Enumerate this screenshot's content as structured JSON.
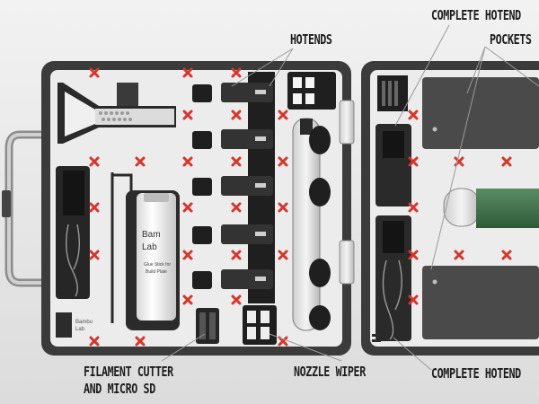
{
  "labels": {
    "hotends": "HOTENDS",
    "complete_hotend_top": "COMPLETE HOTEND",
    "pockets": "POCKETS",
    "cutter_line1": "FILAMENT CUTTER",
    "cutter_line2": "AND MICRO SD",
    "nozzle_wiper": "NOZZLE WIPER",
    "complete_hotend_bottom": "COMPLETE HOTEND"
  },
  "case_text": {
    "bottle_line1": "Bam",
    "bottle_line2": "Lab",
    "bottle_small1": "Glue Stick for",
    "bottle_small2": "Build Plate",
    "brand_line1": "Bambu",
    "brand_line2": "Lab"
  },
  "colors": {
    "case_shell": "#3b3b3b",
    "case_tray": "#ececec",
    "marker": "#d9342b",
    "dark_part": "#1f1f1f",
    "pocket": "#4a4a4a",
    "green_tool": "#3f6f4a"
  }
}
